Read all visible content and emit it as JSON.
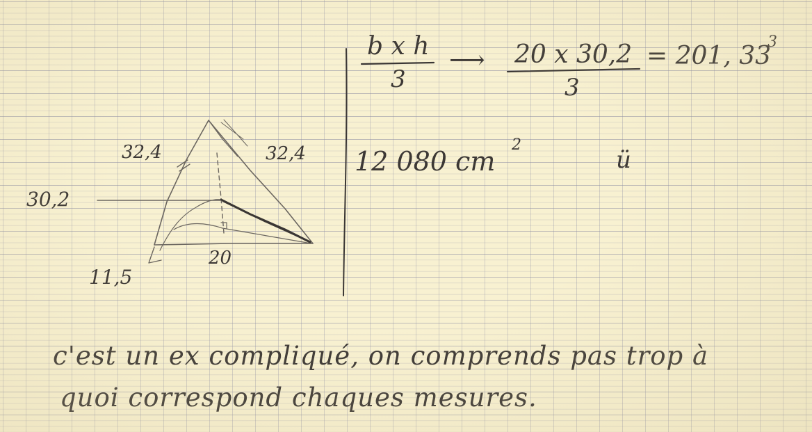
{
  "notes": {
    "formula_numerator": "b x h",
    "formula_denominator": "3",
    "arrow": "⟶",
    "calc_numerator": "20 x 30,2",
    "calc_denominator": "3",
    "calc_result": "= 201, 33",
    "calc_exponent": "3",
    "area_value": "12 080 cm",
    "area_exponent": "2",
    "smiley": "ü",
    "comment_line1": "c'est un ex compliqué, on comprends pas trop à",
    "comment_line2": "quoi correspond chaques mesures."
  },
  "sketch": {
    "edge_left": "32,4",
    "edge_right": "32,4",
    "height": "30,2",
    "base": "20",
    "side": "11,5"
  }
}
